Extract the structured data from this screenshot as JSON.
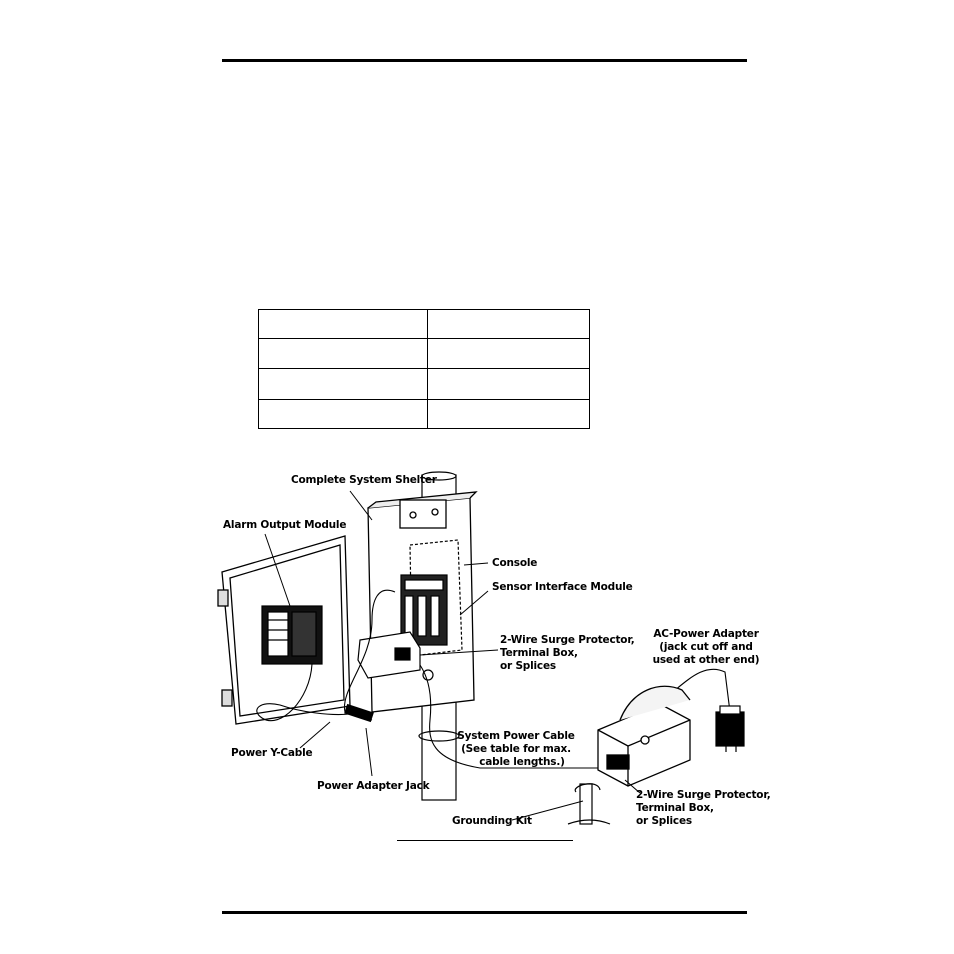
{
  "table": {
    "rows": [
      [
        "",
        ""
      ],
      [
        "",
        ""
      ],
      [
        "",
        ""
      ],
      [
        "",
        ""
      ]
    ]
  },
  "figure": {
    "labels": {
      "complete_system_shelter": "Complete System Shelter",
      "alarm_output_module": "Alarm Output Module",
      "console": "Console",
      "sensor_interface_module": "Sensor Interface Module",
      "surge_protector_upper": [
        "2-Wire Surge Protector,",
        "Terminal Box,",
        "or Splices"
      ],
      "ac_power_adapter": [
        "AC-Power Adapter",
        "(jack cut off and",
        "used at other end)"
      ],
      "system_power_cable": [
        "System Power Cable",
        "(See table for max.",
        "cable lengths.)"
      ],
      "power_y_cable": "Power Y-Cable",
      "power_adapter_jack": "Power Adapter Jack",
      "grounding_kit": "Grounding Kit",
      "surge_protector_lower": [
        "2-Wire Surge Protector,",
        "Terminal Box,",
        "or Splices"
      ]
    }
  }
}
